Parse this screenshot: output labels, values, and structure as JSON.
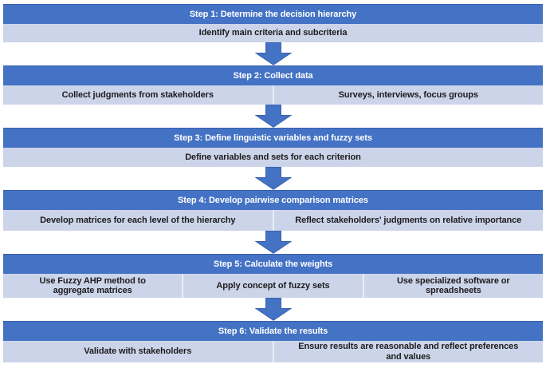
{
  "diagram": {
    "type": "flowchart",
    "direction": "top-down",
    "connector": "down-block-arrow",
    "steps": [
      {
        "title": "Step 1: Determine the decision hierarchy",
        "cells": [
          "Identify main criteria and subcriteria"
        ]
      },
      {
        "title": "Step 2: Collect data",
        "cells": [
          "Collect judgments from stakeholders",
          "Surveys, interviews, focus groups"
        ]
      },
      {
        "title": "Step 3: Define linguistic variables and fuzzy sets",
        "cells": [
          "Define variables and sets for each criterion"
        ]
      },
      {
        "title": "Step 4: Develop pairwise comparison matrices",
        "cells": [
          "Develop matrices for each level of the hierarchy",
          "Reflect stakeholders' judgments on relative importance"
        ]
      },
      {
        "title": "Step 5: Calculate the weights",
        "cells": [
          "Use Fuzzy AHP method to aggregate matrices",
          "Apply concept of fuzzy sets",
          "Use specialized software or spreadsheets"
        ]
      },
      {
        "title": "Step 6: Validate the results",
        "cells": [
          "Validate with stakeholders",
          "Ensure results are reasonable and reflect preferences and values"
        ]
      }
    ],
    "colors": {
      "header_bg": "#4472C4",
      "header_text": "#FFFFFF",
      "cell_bg": "#CCD4EA",
      "cell_text": "#1C1C1C",
      "divider": "#E9EDF7",
      "arrow_fill": "#4472C4",
      "arrow_border": "#3A62AE",
      "page_bg": "#FFFFFF"
    }
  }
}
